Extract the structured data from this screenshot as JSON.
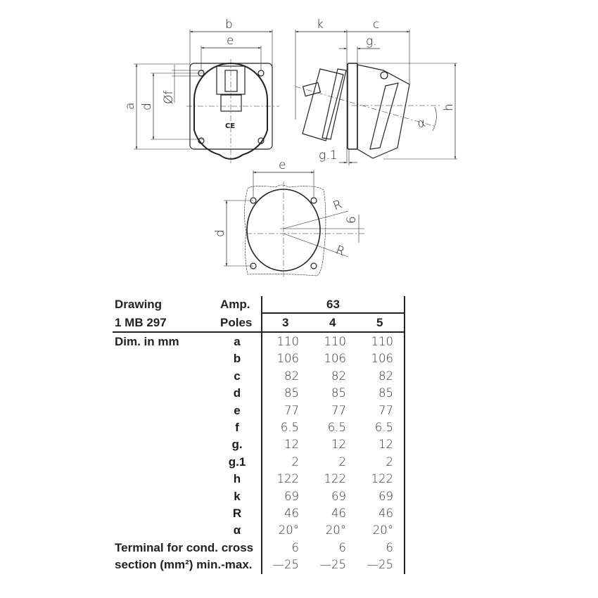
{
  "drawing": {
    "front_view": {
      "labels": {
        "b": "b",
        "e": "e",
        "a": "a",
        "d": "d",
        "f": "Øf"
      },
      "mark": "CE"
    },
    "side_view": {
      "labels": {
        "k": "k",
        "c": "c",
        "g": "g.",
        "g1": "g.1",
        "h": "h",
        "alpha": "α"
      }
    },
    "cutout_view": {
      "labels": {
        "e": "e",
        "d": "d",
        "R1": "R",
        "R2": "R",
        "six": "6"
      }
    }
  },
  "table": {
    "header": {
      "drawing_label": "Drawing",
      "drawing_number": "1 MB 297",
      "amp_label": "Amp.",
      "amp_value": "63",
      "poles_label": "Poles",
      "poles": [
        "3",
        "4",
        "5"
      ],
      "dim_label": "Dim. in mm"
    },
    "rows": [
      {
        "sym": "a",
        "v": [
          "110",
          "110",
          "110"
        ]
      },
      {
        "sym": "b",
        "v": [
          "106",
          "106",
          "106"
        ]
      },
      {
        "sym": "c",
        "v": [
          "82",
          "82",
          "82"
        ]
      },
      {
        "sym": "d",
        "v": [
          "85",
          "85",
          "85"
        ]
      },
      {
        "sym": "e",
        "v": [
          "77",
          "77",
          "77"
        ]
      },
      {
        "sym": "f",
        "v": [
          "6.5",
          "6.5",
          "6.5"
        ]
      },
      {
        "sym": "g.",
        "v": [
          "12",
          "12",
          "12"
        ]
      },
      {
        "sym": "g.1",
        "v": [
          "2",
          "2",
          "2"
        ]
      },
      {
        "sym": "h",
        "v": [
          "122",
          "122",
          "122"
        ]
      },
      {
        "sym": "k",
        "v": [
          "69",
          "69",
          "69"
        ]
      },
      {
        "sym": "R",
        "v": [
          "46",
          "46",
          "46"
        ]
      },
      {
        "sym": "α",
        "v": [
          "20°",
          "20°",
          "20°"
        ]
      }
    ],
    "terminal": {
      "label_line1": "Terminal for cond. cross",
      "label_line2": "section (mm²) min.-max.",
      "min": [
        "6",
        "6",
        "6"
      ],
      "max": [
        "—25",
        "—25",
        "—25"
      ]
    }
  }
}
